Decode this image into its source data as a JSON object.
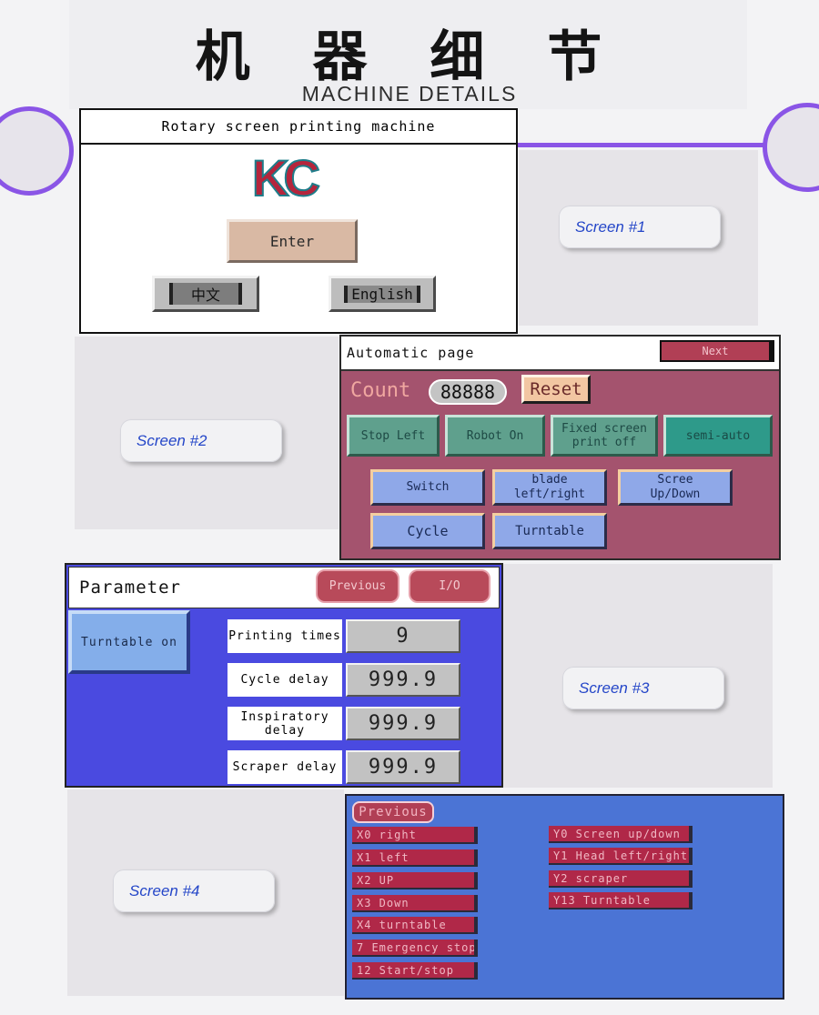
{
  "header": {
    "title_cn": "机 器 细 节",
    "title_en": "MACHINE DETAILS"
  },
  "labels": {
    "screen1": "Screen #1",
    "screen2": "Screen #2",
    "screen3": "Screen #3",
    "screen4": "Screen #4"
  },
  "screen1": {
    "title": "Rotary screen printing machine",
    "logo_text": "KC",
    "enter_label": "Enter",
    "chinese_label": "中文",
    "english_label": "English"
  },
  "screen2": {
    "title": "Automatic page",
    "next_label": "Next",
    "count_label": "Count",
    "count_value": "88888",
    "reset_label": "Reset",
    "buttons_row1": [
      "Stop Left",
      "Robot On",
      "Fixed screen\nprint off",
      "semi-auto"
    ],
    "buttons_row2": [
      "Switch",
      "blade\nleft/right",
      "Scree\nUp/Down"
    ],
    "buttons_row3": [
      "Cycle",
      "Turntable"
    ]
  },
  "screen3": {
    "title": "Parameter",
    "previous_label": "Previous",
    "io_label": "I/O",
    "turntable_label": "Turntable on",
    "params": [
      {
        "label": "Printing times",
        "value": "9"
      },
      {
        "label": "Cycle delay",
        "value": "999.9"
      },
      {
        "label": "Inspiratory\ndelay",
        "value": "999.9"
      },
      {
        "label": "Scraper delay",
        "value": "999.9"
      }
    ]
  },
  "screen4": {
    "previous_label": "Previous",
    "inputs": [
      "X0 right",
      "X1 left",
      "X2 UP",
      "X3 Down",
      "X4 turntable",
      "7 Emergency stop",
      "12 Start/stop"
    ],
    "outputs": [
      "Y0 Screen up/down",
      "Y1 Head left/right",
      "Y2 scraper",
      "Y13 Turntable"
    ]
  },
  "colors": {
    "accent": "#8a55e6",
    "screen2_bg": "#a4536e",
    "screen3_bg": "#4a4ae0",
    "screen4_bg": "#4b74d5",
    "logo_red": "#b5253c",
    "logo_teal": "#1e7d8a"
  }
}
